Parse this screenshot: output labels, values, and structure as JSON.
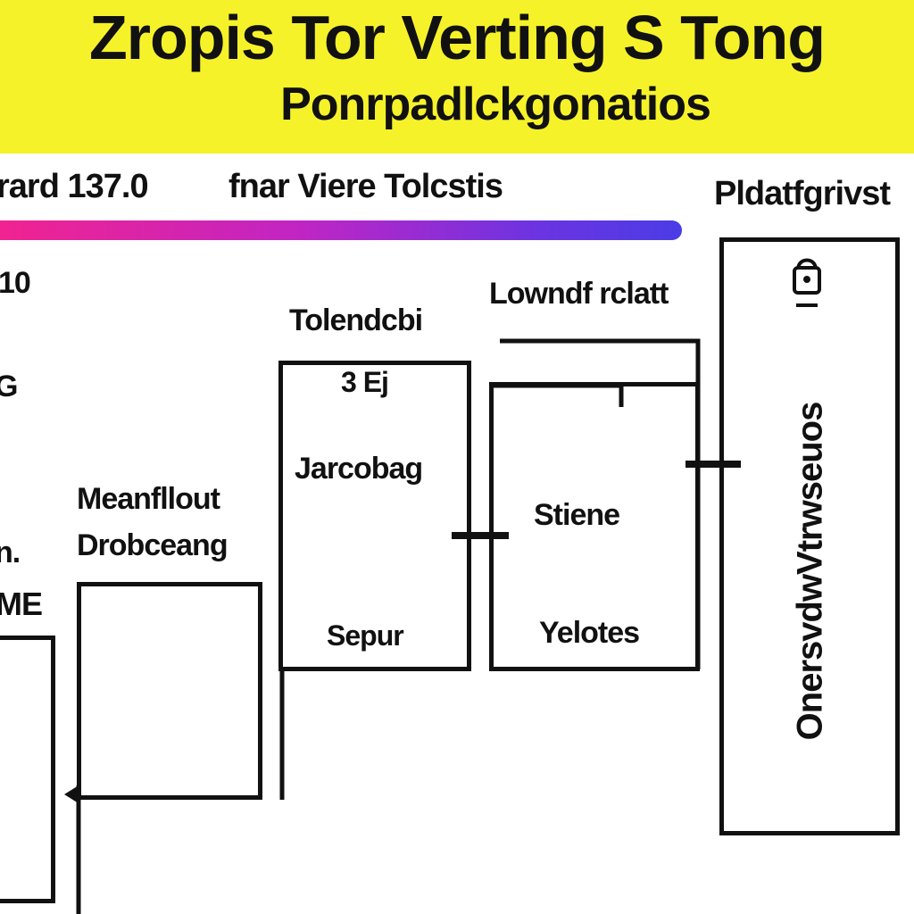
{
  "banner": {
    "title": "Zropis Tor Verting S Tong",
    "subtitle": "Ponrpadlckgonatios",
    "color": "#f6f22a"
  },
  "header": {
    "left_label": "rard 137.0",
    "center_label": "fnar Viere Tolcstis",
    "right_label": "Pldatfgrivst",
    "gradient_colors": [
      "#f2238f",
      "#c025c4",
      "#6a34e2",
      "#4b3ce6"
    ]
  },
  "left_column": {
    "labels": [
      "10",
      "G",
      "n.",
      "TME"
    ]
  },
  "nodes": {
    "meanfllout": {
      "title_line1": "Meanfllout",
      "title_line2": "Drobceang"
    },
    "tolendcb": {
      "title": "Tolendcbi",
      "number": "3 Ej",
      "label": "Jarcobag",
      "footer": "Sepur"
    },
    "stiene": {
      "title": "Lowndf rclatt",
      "label": "Stiene",
      "footer": "Yelotes"
    },
    "side_panel": {
      "icon": "lock-icon",
      "vertical_text": "OnersvdwVtrwseuos"
    }
  }
}
